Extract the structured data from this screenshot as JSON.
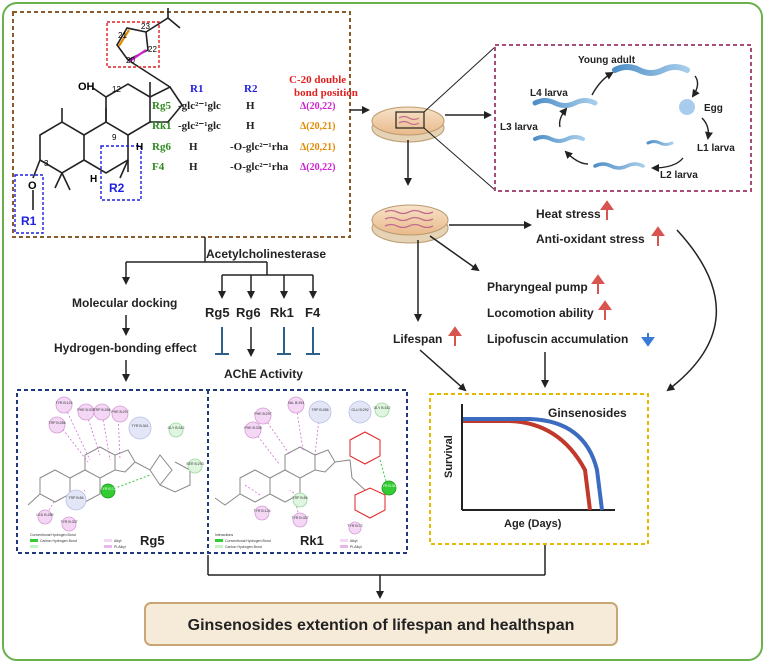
{
  "structure": {
    "atom_numbers": [
      "21",
      "20",
      "23",
      "22",
      "12",
      "9",
      "3",
      "OH",
      "H",
      "H",
      "O",
      "R1",
      "R2"
    ],
    "table_header": {
      "r1": "R1",
      "r2": "R2",
      "double_bond": [
        "C-20 double",
        "bond position"
      ]
    },
    "rows": [
      {
        "name": "Rg5",
        "r1": "-glc²⁻¹glc",
        "r2": "H",
        "pos": "Δ(20,22)"
      },
      {
        "name": "Rk1",
        "r1": "-glc²⁻¹glc",
        "r2": "H",
        "pos": "Δ(20,21)"
      },
      {
        "name": "Rg6",
        "r1": "H",
        "r2": "-O-glc²⁻¹rha",
        "pos": "Δ(20,21)"
      },
      {
        "name": "F4",
        "r1": "H",
        "r2": "-O-glc²⁻¹rha",
        "pos": "Δ(20,22)"
      }
    ]
  },
  "life_cycle": {
    "stages": [
      "Young adult",
      "Egg",
      "L1 larva",
      "L2 larva",
      "L3 larva",
      "L4 larva"
    ]
  },
  "effects": {
    "heat_stress": "Heat stress",
    "anti_oxidant": "Anti-oxidant stress",
    "pharyngeal": "Pharyngeal pump",
    "locomotion": "Locomotion ability",
    "lipofuscin": "Lipofuscin accumulation",
    "lifespan": "Lifespan"
  },
  "ache": {
    "label": "Acetylcholinesterase",
    "molecular_docking": "Molecular docking",
    "hbond_effect": "Hydrogen-bonding effect",
    "compounds": [
      "Rg5",
      "Rg6",
      "Rk1",
      "F4"
    ],
    "activity": "AChE Activity"
  },
  "docking": {
    "rg5": {
      "title": "Rg5",
      "residues": [
        "TYR B:124",
        "PHE B:338",
        "TRP B:286",
        "PHE B:297",
        "TYR B:341",
        "TRP B:286",
        "GLY B:342",
        "SER B:293",
        "TYR B:72",
        "TRP B:86",
        "LEU B:289",
        "TYR B:337"
      ],
      "legend": [
        "Conventional Hydrogen Bond",
        "Carbon Hydrogen Bond",
        "Alkyl",
        "Pi-Alkyl"
      ]
    },
    "rk1": {
      "title": "Rk1",
      "residues": [
        "VAL B:294",
        "PHE B:297",
        "TRP B:286",
        "GLU B:292",
        "GLY B:342",
        "PHE B:338",
        "TYR B:341",
        "TRP B:86",
        "TYR B:124",
        "TYR B:337",
        "TYR B:72"
      ],
      "legend": [
        "Conventional Hydrogen Bond",
        "Carbon Hydrogen Bond",
        "Alkyl",
        "Pi-Alkyl"
      ]
    }
  },
  "survival": {
    "title": "Ginsenosides",
    "xlabel": "Age (Days)",
    "ylabel": "Survival"
  },
  "conclusion": "Ginsenosides extention of lifespan and healthspan",
  "colors": {
    "frame": "#6ab04c",
    "structure_box": "#8b5a2b",
    "lifecycle_box": "#a64d79",
    "docking_box": "#1f3a7a",
    "survival_box": "#e6b800",
    "up_arrow": "#d9534f",
    "down_arrow": "#3a7bd5",
    "conclusion_fill": "#f6ead9",
    "conclusion_stroke": "#c8a675",
    "green_text": "#2e8b1e",
    "blue_text": "#2020e0",
    "red_text": "#e02020",
    "orange_text": "#e08a00",
    "magenta_text": "#d020d0",
    "curve_red": "#c0392b",
    "curve_blue": "#3b6cc0"
  }
}
